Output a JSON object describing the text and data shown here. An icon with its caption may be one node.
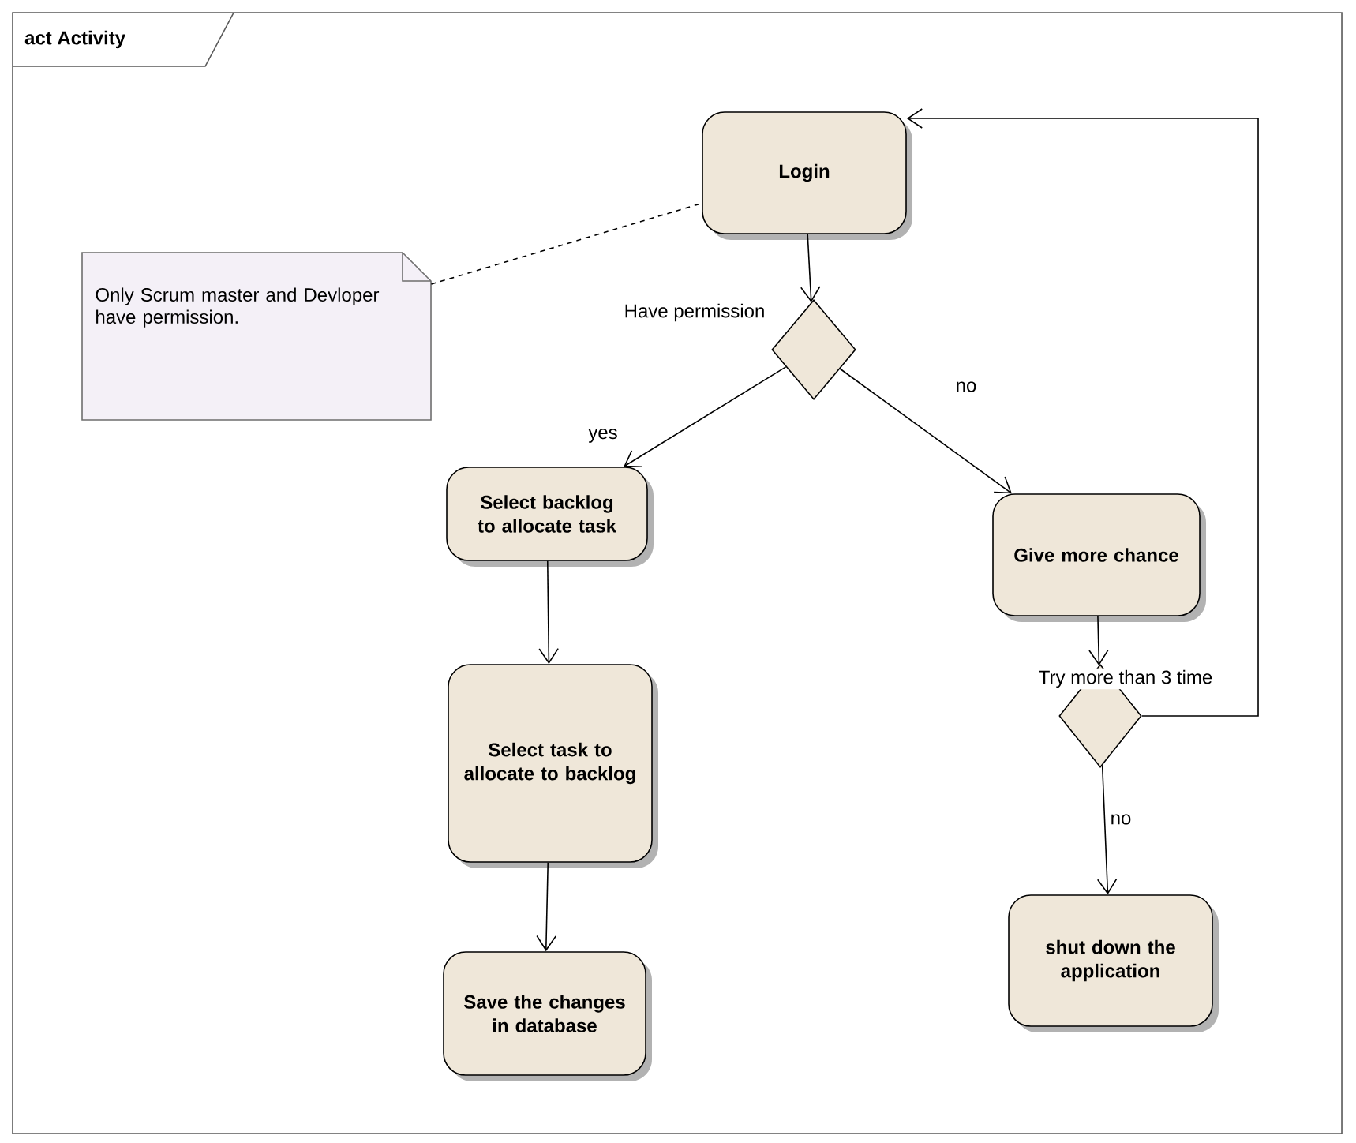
{
  "diagram": {
    "title": "act Activity",
    "nodes": [
      {
        "text": [
          "Login"
        ]
      },
      {
        "text": [
          "Only Scrum master and Devloper have permission."
        ]
      },
      {
        "text": [],
        "shape": "diamond",
        "beside": [
          "Have permission"
        ]
      },
      {
        "text": [
          "Select backlog to allocate task"
        ]
      },
      {
        "text": [
          "Give more chance"
        ]
      },
      {
        "text": [
          "Select task to allocate to backlog"
        ]
      },
      {
        "text": [],
        "shape": "diamond"
      },
      {
        "text": [
          "Save the changes in database"
        ]
      },
      {
        "text": [
          "shut down the application"
        ]
      }
    ],
    "edges": [
      {
        "from": 1,
        "to": 0,
        "arrow": "none",
        "style": "dashed"
      },
      {
        "from": 0,
        "to": 2,
        "arrow": "to"
      },
      {
        "from": 2,
        "to": 3,
        "arrow": "to",
        "label": "yes"
      },
      {
        "from": 2,
        "to": 4,
        "arrow": "to",
        "label": "no"
      },
      {
        "from": 3,
        "to": 5,
        "arrow": "to"
      },
      {
        "from": 5,
        "to": 7,
        "arrow": "to"
      },
      {
        "from": 4,
        "to": 6,
        "arrow": "to",
        "label": "Try more than 3 time"
      },
      {
        "from": 6,
        "to": 8,
        "arrow": "to",
        "label": "no"
      },
      {
        "from": 6,
        "to": 0,
        "arrow": "to"
      }
    ]
  }
}
